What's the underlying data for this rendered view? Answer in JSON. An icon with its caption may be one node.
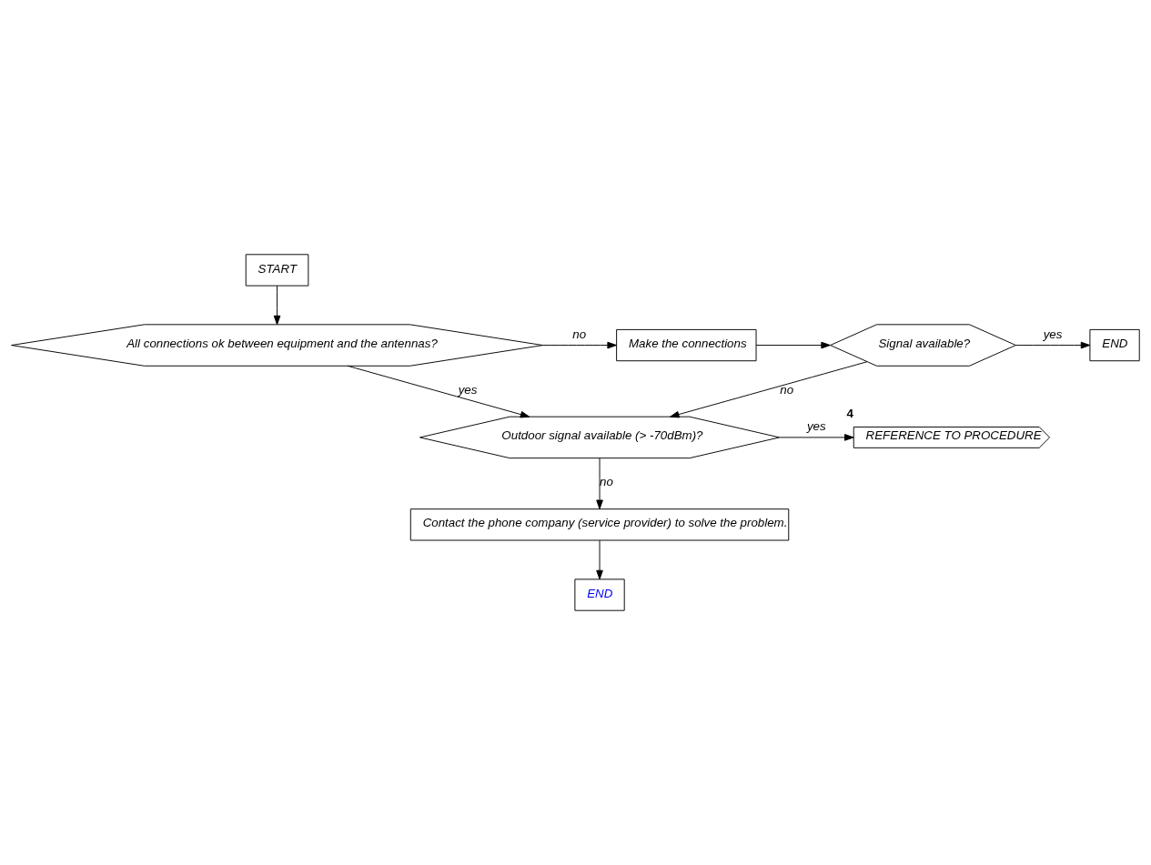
{
  "diagram": {
    "nodes": [
      {
        "text": [
          "START"
        ]
      },
      {
        "text": [
          "All connections ok between equipment and the antennas?"
        ]
      },
      {
        "text": [
          "Make the connections"
        ]
      },
      {
        "text": [
          "Signal available?"
        ]
      },
      {
        "text": [
          "END"
        ]
      },
      {
        "text": [
          "Outdoor signal available (> -70dBm)?"
        ]
      },
      {
        "text": [
          "REFERENCE TO PROCEDURE"
        ],
        "beside": [
          "4"
        ]
      },
      {
        "text": [
          "Contact the phone company (service provider) to solve the problem."
        ]
      },
      {
        "text": [
          "END"
        ]
      }
    ],
    "edges": [
      {
        "from": 0,
        "to": 1,
        "arrow": "to"
      },
      {
        "from": 1,
        "to": 2,
        "arrow": "to",
        "label": "no"
      },
      {
        "from": 2,
        "to": 3,
        "arrow": "to"
      },
      {
        "from": 3,
        "to": 4,
        "arrow": "to",
        "label": "yes"
      },
      {
        "from": 1,
        "to": 5,
        "arrow": "to",
        "label": "yes"
      },
      {
        "from": 3,
        "to": 5,
        "arrow": "to",
        "label": "no"
      },
      {
        "from": 5,
        "to": 6,
        "arrow": "to",
        "label": "yes"
      },
      {
        "from": 5,
        "to": 7,
        "arrow": "to",
        "label": "no"
      },
      {
        "from": 7,
        "to": 8,
        "arrow": "to"
      }
    ]
  }
}
